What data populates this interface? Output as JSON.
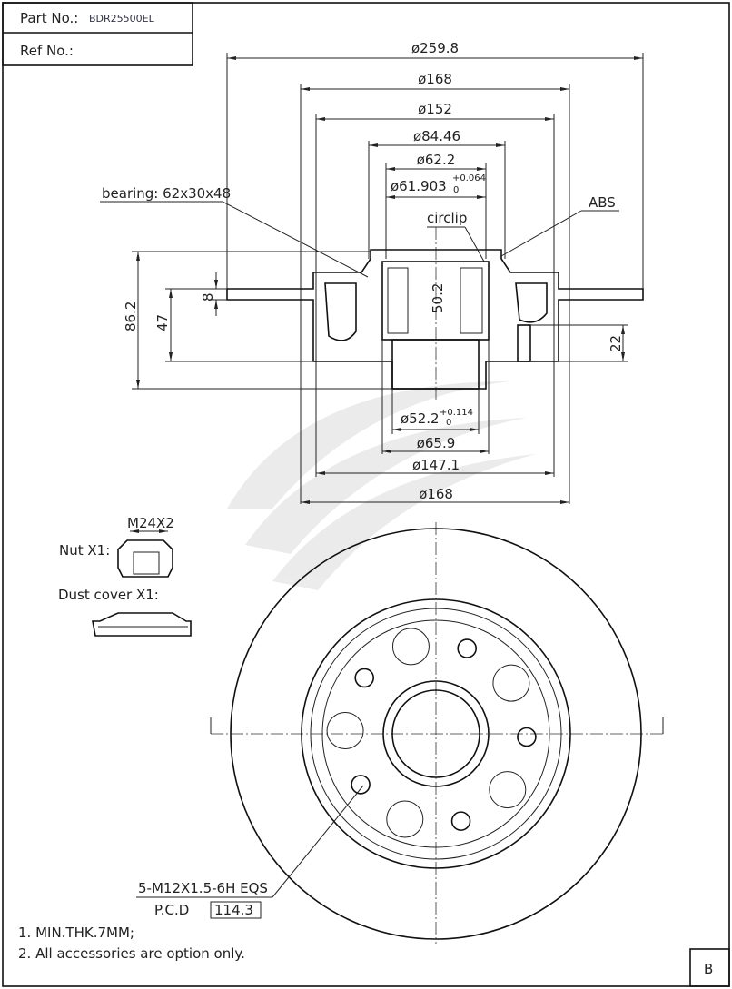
{
  "header": {
    "part_label": "Part No.:",
    "part_number": "BDR25500EL",
    "ref_label": "Ref No.:",
    "ref_number": ""
  },
  "dimensions_top": {
    "d1": "ø259.8",
    "d2": "ø168",
    "d3": "ø152",
    "d4": "ø84.46",
    "d5": "ø62.2",
    "d6": "ø61.903",
    "d6_tol_upper": "+0.064",
    "d6_tol_lower": "0"
  },
  "dimensions_bottom": {
    "d1": "ø52.2",
    "d1_tol_upper": "+0.114",
    "d1_tol_lower": "0",
    "d2": "ø65.9",
    "d3": "ø147.1",
    "d4": "ø168"
  },
  "dimensions_side": {
    "h1": "86.2",
    "h2": "47",
    "h3": "8",
    "h4": "50.2",
    "h5": "22"
  },
  "callouts": {
    "bearing": "bearing: 62x30x48",
    "abs": "ABS",
    "circlip": "circlip"
  },
  "accessories": {
    "nut_size": "M24X2",
    "nut_label": "Nut X1:",
    "dust_cover_label": "Dust cover X1:"
  },
  "thread_spec": {
    "thread": "5-M12X1.5-6H EQS",
    "pcd_label": "P.C.D",
    "pcd_value": "114.3"
  },
  "notes": [
    "1. MIN.THK.7MM;",
    "2. All accessories are option only."
  ],
  "sheet_mark": "B"
}
